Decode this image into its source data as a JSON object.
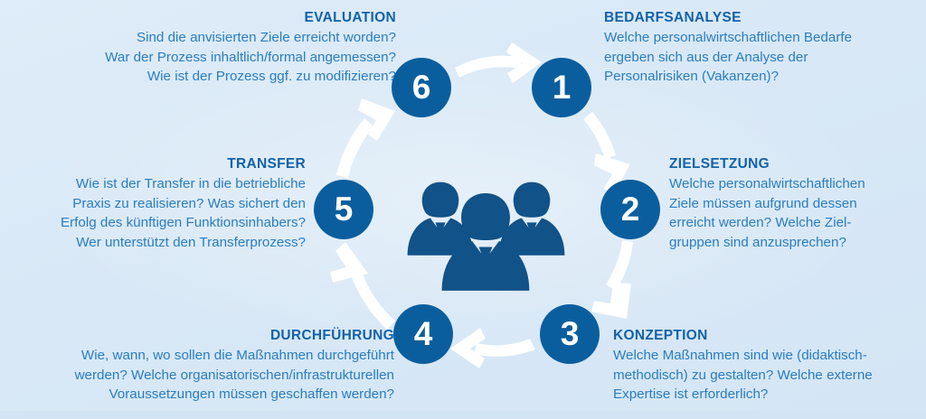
{
  "graphic": {
    "kind": "cycle-diagram",
    "center_icon": "people-group-icon",
    "colors": {
      "background": "#dbe9f7",
      "circle_fill": "#0b5e9e",
      "circle_number": "#ffffff",
      "arrow": "#ffffff",
      "heading_text": "#1362a8",
      "body_text": "#2a7dc0",
      "icon_fill": "#115288"
    }
  },
  "steps": [
    {
      "number": "1",
      "title": "BEDARFSANALYSE",
      "lines": [
        "Welche personalwirtschaftlichen Bedarfe",
        "ergeben sich aus der Analyse der",
        "Personalrisiken (Vakanzen)?"
      ]
    },
    {
      "number": "2",
      "title": "ZIELSETZUNG",
      "lines": [
        "Welche personalwirtschaftlichen",
        "Ziele müssen aufgrund dessen",
        "erreicht werden? Welche Ziel-",
        "gruppen sind anzusprechen?"
      ]
    },
    {
      "number": "3",
      "title": "KONZEPTION",
      "lines": [
        "Welche Maßnahmen sind wie (didaktisch-",
        "methodisch) zu gestalten? Welche externe",
        "Expertise ist erforderlich?"
      ]
    },
    {
      "number": "4",
      "title": "DURCHFÜHRUNG",
      "lines": [
        "Wie, wann, wo sollen die Maßnahmen durchgeführt",
        "werden? Welche organisatorischen/infrastrukturellen",
        "Voraussetzungen müssen geschaffen werden?"
      ]
    },
    {
      "number": "5",
      "title": "TRANSFER",
      "lines": [
        "Wie ist der Transfer in die betriebliche",
        "Praxis zu realisieren? Was sichert den",
        "Erfolg des künftigen Funktionsinhabers?",
        "Wer unterstützt den Transferprozess?"
      ]
    },
    {
      "number": "6",
      "title": "EVALUATION",
      "lines": [
        "Sind die anvisierten Ziele erreicht worden?",
        "War der Prozess inhaltlich/formal angemessen?",
        "Wie ist der Prozess ggf. zu modifizieren?"
      ]
    }
  ]
}
